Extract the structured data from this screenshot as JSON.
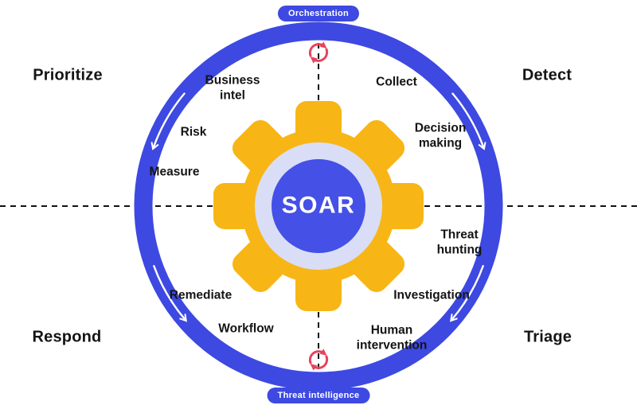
{
  "title": "SOAR cycle diagram",
  "colors": {
    "ring_blue": "#3D49E1",
    "gear_yellow": "#F7B616",
    "gear_inner_lavender": "#D9DEF6",
    "core_blue": "#4450E6",
    "accent_red": "#E8435C",
    "text_dark": "#141414"
  },
  "center": {
    "label": "SOAR"
  },
  "badges": {
    "top": "Orchestration",
    "bottom": "Threat intelligence"
  },
  "quadrants": {
    "top_left": "Prioritize",
    "top_right": "Detect",
    "bottom_left": "Respond",
    "bottom_right": "Triage"
  },
  "steps": {
    "business_intel": "Business\nintel",
    "collect": "Collect",
    "risk": "Risk",
    "decision_making": "Decision\nmaking",
    "measure": "Measure",
    "threat_hunting": "Threat\nhunting",
    "remediate": "Remediate",
    "investigation": "Investigation",
    "workflow": "Workflow",
    "human_intervention": "Human\nintervention"
  },
  "icons": {
    "center": "gear-icon",
    "top": "refresh-cycle-icon",
    "bottom": "refresh-cycle-icon",
    "ring_flow": "white-curved-arrows"
  }
}
